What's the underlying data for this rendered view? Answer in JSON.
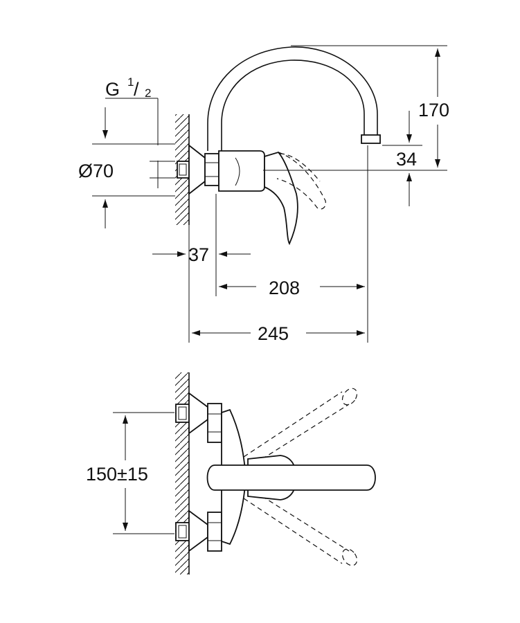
{
  "dimensions": {
    "thread_main": "G",
    "thread_num": "1",
    "thread_den": "2",
    "flange_diameter": "Ø70",
    "offset": "37",
    "spout_reach": "208",
    "total_reach": "245",
    "spout_height": "170",
    "spout_to_axis": "34",
    "center_distance": "150±15"
  }
}
